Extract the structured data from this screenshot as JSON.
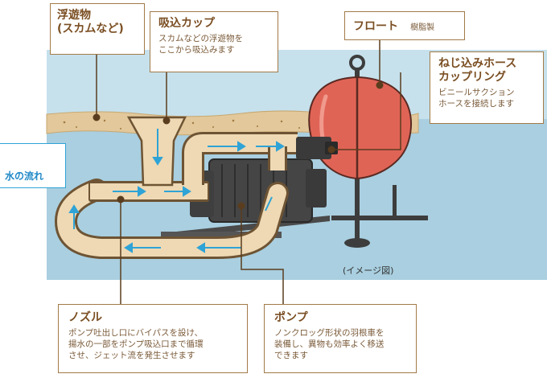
{
  "labels": {
    "scum": "浮遊物\n(スカムなど)",
    "cup_title": "吸込カップ",
    "cup_desc": "スカムなどの浮遊物を\nここから吸込みます",
    "float_title": "フロート",
    "float_note": "樹脂製",
    "hose_title": "ねじ込みホース\nカップリング",
    "hose_desc": "ビニールサクション\nホースを接続します",
    "flow": "水の流れ",
    "caption": "(イメージ図)",
    "nozzle_title": "ノズル",
    "nozzle_desc": "ポンプ吐出し口にバイパスを設け、\n揚水の一部をポンプ吸込口まで循環\nさせ、ジェット流を発生させます",
    "pump_title": "ポンプ",
    "pump_desc": "ノンクロッグ形状の羽根車を\n装備し、異物も効率よく移送\nできます"
  },
  "colors": {
    "water": "#a9cfe0",
    "scum": "#e2c89a",
    "pipe": "#eed9b4",
    "pipe_edge": "#6e5434",
    "float": "#e06456",
    "pump": "#454545",
    "callout_border": "#a27a48",
    "flow_arrow": "#2fa3d6",
    "leader": "#5a3d1e"
  }
}
